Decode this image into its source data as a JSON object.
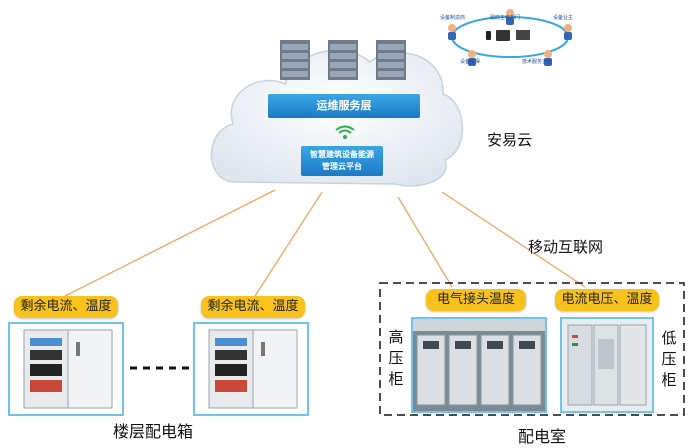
{
  "cloud": {
    "ops_layer_label": "运维服务层",
    "platform_label_line1": "智慧建筑设备能源",
    "platform_label_line2": "管理云平台",
    "name": "安易云"
  },
  "network_label": "移动互联网",
  "user_circle": {
    "labels": [
      "设备制造商",
      "政府主管部门",
      "设备业主",
      "设备维保",
      "技术服务企业"
    ]
  },
  "floor_boxes": {
    "caption": "楼层配电箱",
    "tag_left": "剩余电流、温度",
    "tag_right": "剩余电流、温度"
  },
  "power_room": {
    "caption": "配电室",
    "tag_high": "电气接头温度",
    "tag_low": "电流电压、温度",
    "high_voltage_chars": [
      "高",
      "压",
      "柜"
    ],
    "low_voltage_chars": [
      "低",
      "压",
      "柜"
    ]
  },
  "colors": {
    "link_line": "#f2a65e",
    "tag_fill": "#f7c21c",
    "frame_border": "#6fc3ec",
    "cloud_band": "#1b79c4"
  }
}
